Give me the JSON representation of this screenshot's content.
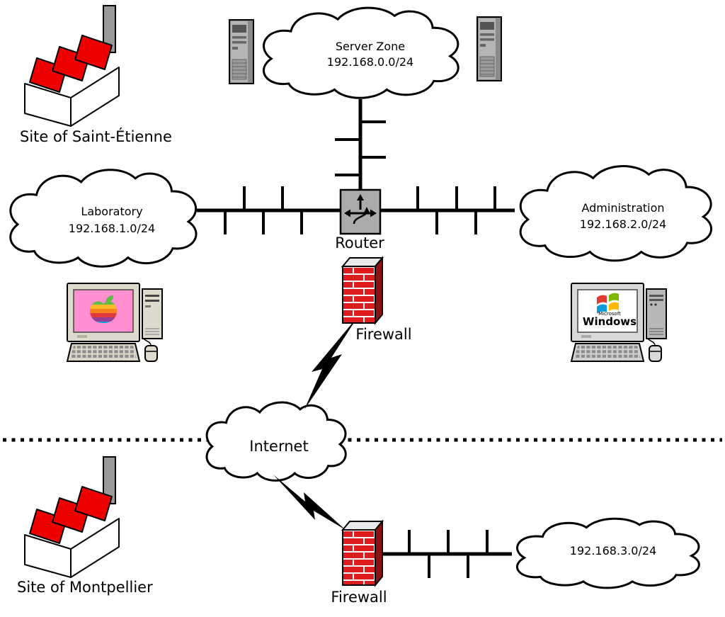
{
  "sites": {
    "saint_etienne": {
      "label": "Site of Saint-Étienne"
    },
    "montpellier": {
      "label": "Site of Montpellier"
    }
  },
  "networks": {
    "server_zone": {
      "name": "Server Zone",
      "subnet": "192.168.0.0/24"
    },
    "laboratory": {
      "name": "Laboratory",
      "subnet": "192.168.1.0/24"
    },
    "administration": {
      "name": "Administration",
      "subnet": "192.168.2.0/24"
    },
    "internet": {
      "name": "Internet"
    },
    "montpellier_lan": {
      "subnet": "192.168.3.0/24"
    }
  },
  "devices": {
    "router": {
      "label": "Router"
    },
    "firewall_main": {
      "label": "Firewall"
    },
    "firewall_montpellier": {
      "label": "Firewall"
    },
    "windows_pc": {
      "brand_small": "Microsoft",
      "brand": "Windows"
    }
  },
  "icons": {
    "factory": "factory-building-icon",
    "server": "server-tower-icon",
    "router": "router-arrows-icon",
    "firewall": "brick-wall-icon",
    "mac": "macintosh-computer-icon",
    "apple_logo": "rainbow-apple-icon",
    "windows_pc": "windows-computer-icon",
    "windows_logo": "windows-flag-icon",
    "lightning": "lightning-link-icon",
    "cloud": "network-cloud-icon"
  },
  "colors": {
    "factory_red": "#ee0000",
    "chimney_gray": "#999999",
    "brick_red": "#dd1d1d",
    "brick_side_red": "#8f1010",
    "mortar_white": "#ffffff",
    "router_gray": "#ababab",
    "server_gray": "#8a8a8a",
    "mac_screen_pink": "#ff8fd0",
    "apple_stripes": [
      "#61bb46",
      "#fdb827",
      "#f5821f",
      "#e03a3e",
      "#963d97",
      "#009ddc"
    ],
    "windows_flag": [
      "#e03c31",
      "#7db700",
      "#0f9bd7",
      "#ffb900"
    ],
    "line_black": "#000000"
  }
}
